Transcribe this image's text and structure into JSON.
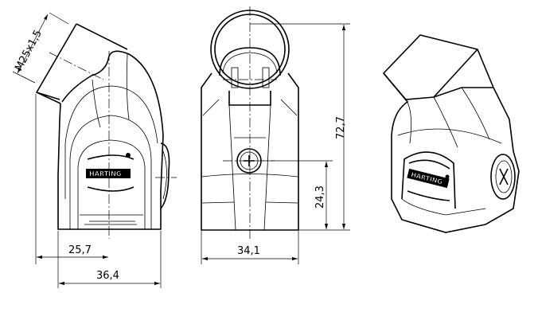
{
  "drawing": {
    "brand_logo": "HARTING",
    "dimensions": {
      "thread": "M25x1,5",
      "offset_side": "25,7",
      "depth_side": "36,4",
      "width_front": "34,1",
      "height_total": "72,7",
      "height_screw": "24,3"
    }
  }
}
